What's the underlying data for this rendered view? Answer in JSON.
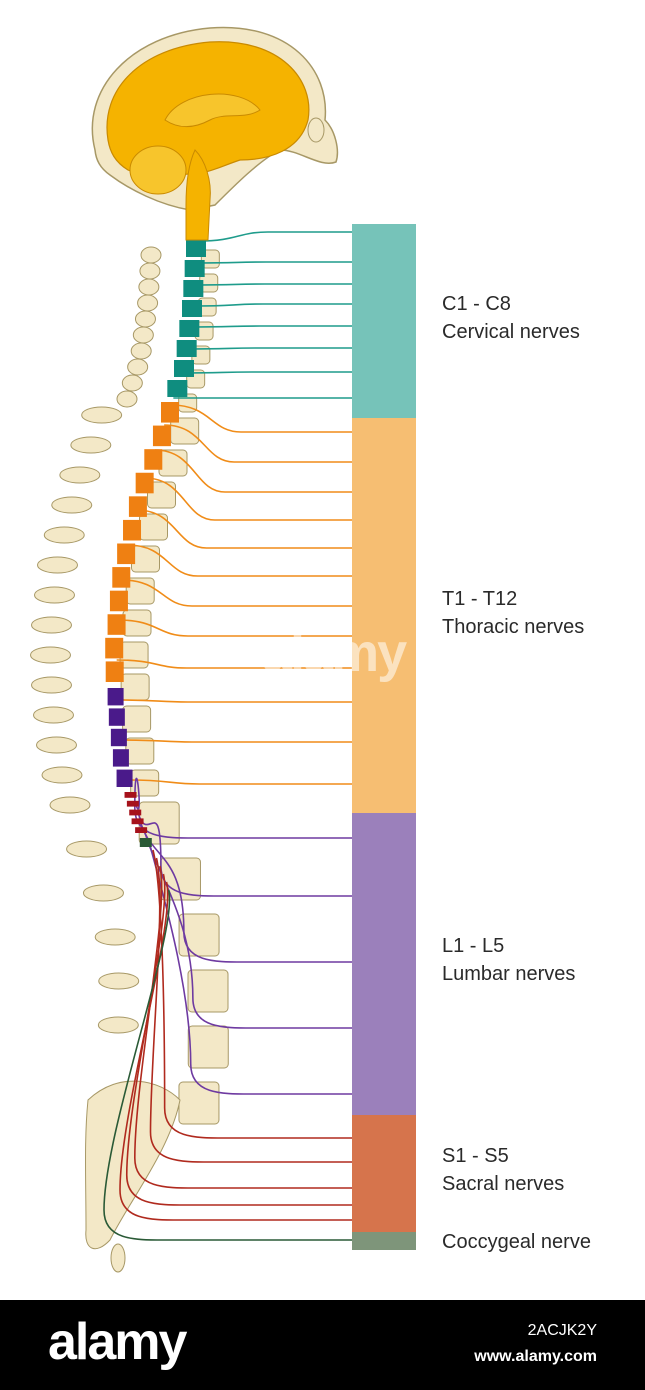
{
  "groups": [
    {
      "id": "cervical",
      "range": "C1 - C8",
      "name": "Cervical nerves",
      "color": "#76c3b9",
      "nerve_color": "#1f9c8c",
      "seg_color": "#0f8d7f",
      "count": 8
    },
    {
      "id": "thoracic",
      "range": "T1 - T12",
      "name": "Thoracic nerves",
      "color": "#f6be72",
      "nerve_color": "#f08c18",
      "seg_color": "#ef8012",
      "count": 12
    },
    {
      "id": "lumbar",
      "range": "L1 - L5",
      "name": "Lumbar nerves",
      "color": "#9b80bb",
      "nerve_color": "#6e3aa1",
      "seg_color": "#4a1a8a",
      "count": 5
    },
    {
      "id": "sacral",
      "range": "S1 - S5",
      "name": "Sacral nerves",
      "color": "#d6744c",
      "nerve_color": "#b02a1e",
      "seg_color": "#a6121b",
      "count": 5
    },
    {
      "id": "coccygeal",
      "range": "",
      "name": "Coccygeal nerve",
      "color": "#7e957a",
      "nerve_color": "#2a5a36",
      "seg_color": "#2a5a36",
      "count": 1
    }
  ],
  "colors": {
    "brain": "#f5b300",
    "bone": "#f3e8c7",
    "bone_outline": "#a79866",
    "spinal_cord": "#f5b300"
  },
  "watermark": {
    "logo": "alamy",
    "image_id": "2ACJK2Y",
    "site": "www.alamy.com"
  }
}
